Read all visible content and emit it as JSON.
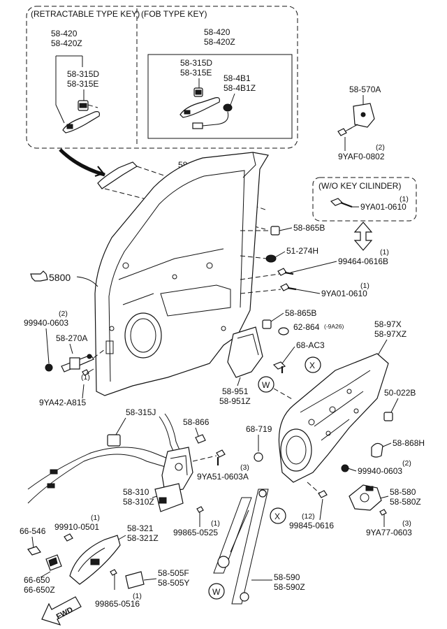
{
  "boxes": {
    "retractable": "(RETRACTABLE TYPE KEY)",
    "fob": "(FOB TYPE KEY)",
    "wo_key": "(W/O KEY CILINDER)"
  },
  "labels": {
    "p58_420_a": "58-420",
    "p58_420z_a": "58-420Z",
    "p58_315d_a": "58-315D",
    "p58_315e_a": "58-315E",
    "p58_420_b": "58-420",
    "p58_420z_b": "58-420Z",
    "p58_315d_b": "58-315D",
    "p58_315e_b": "58-315E",
    "p58_4b1": "58-4B1",
    "p58_4b1z": "58-4B1Z",
    "p58_570a": "58-570A",
    "q9yaf0_qty": "(2)",
    "p9yaf0": "9YAF0-0802",
    "p58_875b": "58-875B",
    "q9ya01a_qty": "(1)",
    "p9ya01a": "9YA01-0610",
    "p58_865b_a": "58-865B",
    "p51_274h": "51-274H",
    "q99464_qty": "(1)",
    "p99464": "99464-0616B",
    "p5800": "5800",
    "q9ya01b_qty": "(1)",
    "p9ya01b": "9YA01-0610",
    "q99940a_qty": "(2)",
    "p99940a": "99940-0603",
    "p58_865b_b": "58-865B",
    "p62_864": "62-864",
    "p62_864_note": "(-9A26)",
    "p58_97x": "58-97X",
    "p58_97xz": "58-97XZ",
    "p58_270a": "58-270A",
    "p68_ac3": "68-AC3",
    "q9ya42_qty": "(1)",
    "p9ya42": "9YA42-A815",
    "p58_951": "58-951",
    "p58_951z": "58-951Z",
    "p50_022b": "50-022B",
    "p58_315j": "58-315J",
    "p58_866": "58-866",
    "p68_719": "68-719",
    "p58_868h": "58-868H",
    "q9ya51_qty": "(3)",
    "p9ya51": "9YA51-0603A",
    "q99940b_qty": "(2)",
    "p99940b": "99940-0603",
    "p58_310": "58-310",
    "p58_310z": "58-310Z",
    "p58_580": "58-580",
    "p58_580z": "58-580Z",
    "q99910_qty": "(1)",
    "p99910": "99910-0501",
    "p58_321": "58-321",
    "p58_321z": "58-321Z",
    "q99865a_qty": "(1)",
    "p99865a": "99865-0525",
    "q99845_qty": "(12)",
    "p99845": "99845-0616",
    "q9ya77_qty": "(3)",
    "p9ya77": "9YA77-0603",
    "p66_546": "66-546",
    "p66_650": "66-650",
    "p66_650z": "66-650Z",
    "p58_505f": "58-505F",
    "p58_505y": "58-505Y",
    "q99865b_qty": "(1)",
    "p99865b": "99865-0516",
    "p58_590": "58-590",
    "p58_590z": "58-590Z",
    "fwd": "FWD"
  },
  "markers": {
    "x": "X",
    "w": "W"
  }
}
